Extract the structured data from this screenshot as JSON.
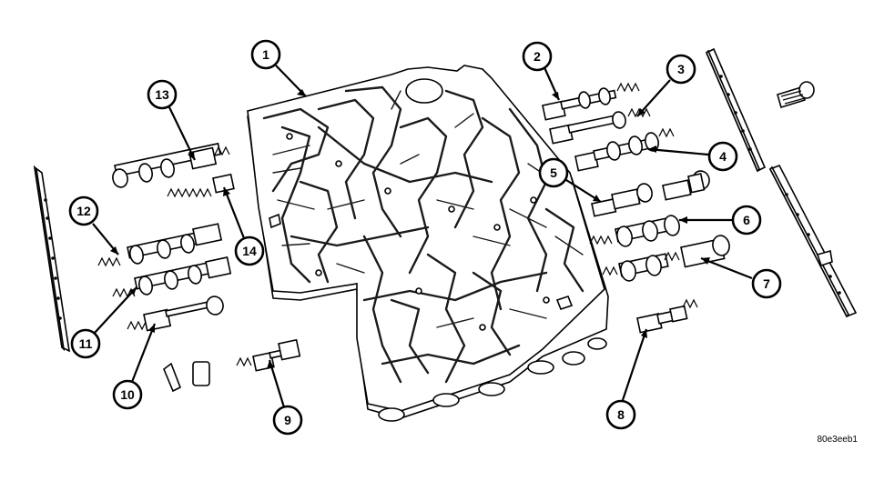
{
  "callouts": [
    {
      "id": "1",
      "label": "1"
    },
    {
      "id": "2",
      "label": "2"
    },
    {
      "id": "3",
      "label": "3"
    },
    {
      "id": "4",
      "label": "4"
    },
    {
      "id": "5",
      "label": "5"
    },
    {
      "id": "6",
      "label": "6"
    },
    {
      "id": "7",
      "label": "7"
    },
    {
      "id": "8",
      "label": "8"
    },
    {
      "id": "9",
      "label": "9"
    },
    {
      "id": "10",
      "label": "10"
    },
    {
      "id": "11",
      "label": "11"
    },
    {
      "id": "12",
      "label": "12"
    },
    {
      "id": "13",
      "label": "13"
    },
    {
      "id": "14",
      "label": "14"
    }
  ],
  "reference_code": "80e3eeb1"
}
